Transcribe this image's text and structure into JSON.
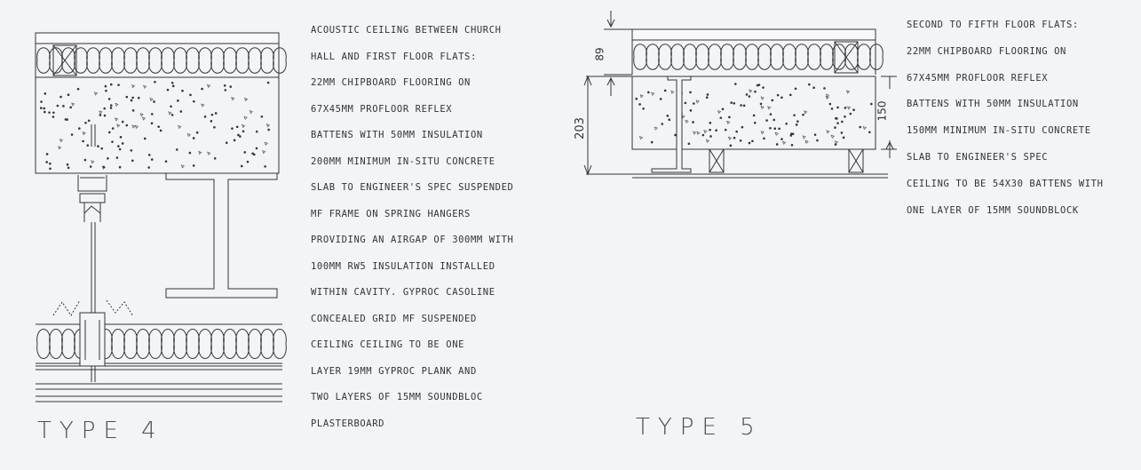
{
  "type4": {
    "label": "TYPE 4",
    "spec_lines": [
      "ACOUSTIC CEILING BETWEEN CHURCH",
      "HALL AND FIRST FLOOR FLATS:",
      "22MM CHIPBOARD FLOORING ON",
      "67X45MM PROFLOOR REFLEX",
      "BATTENS WITH 50MM INSULATION",
      "200MM MINIMUM IN-SITU CONCRETE",
      "SLAB TO ENGINEER'S SPEC SUSPENDED",
      "MF FRAME ON SPRING HANGERS",
      "PROVIDING AN AIRGAP OF 300MM WITH",
      "100MM RW5 INSULATION INSTALLED",
      "WITHIN CAVITY. GYPROC CASOLINE",
      "CONCEALED GRID MF SUSPENDED",
      "CEILING CEILING TO BE ONE",
      "LAYER 19MM GYPROC PLANK AND",
      "TWO LAYERS OF 15MM SOUNDBLOC",
      "PLASTERBOARD"
    ]
  },
  "type5": {
    "label": "TYPE 5",
    "spec_lines": [
      "SECOND TO FIFTH FLOOR FLATS:",
      "22MM CHIPBOARD FLOORING ON",
      "67X45MM PROFLOOR REFLEX",
      "BATTENS WITH 50MM INSULATION",
      "150MM MINIMUM IN-SITU CONCRETE",
      "SLAB TO ENGINEER'S SPEC",
      "CEILING TO BE 54X30 BATTENS WITH",
      "ONE LAYER OF 15MM SOUNDBLOCK"
    ],
    "dimensions": {
      "insulation": "89",
      "overall": "203",
      "slab": "150"
    }
  }
}
